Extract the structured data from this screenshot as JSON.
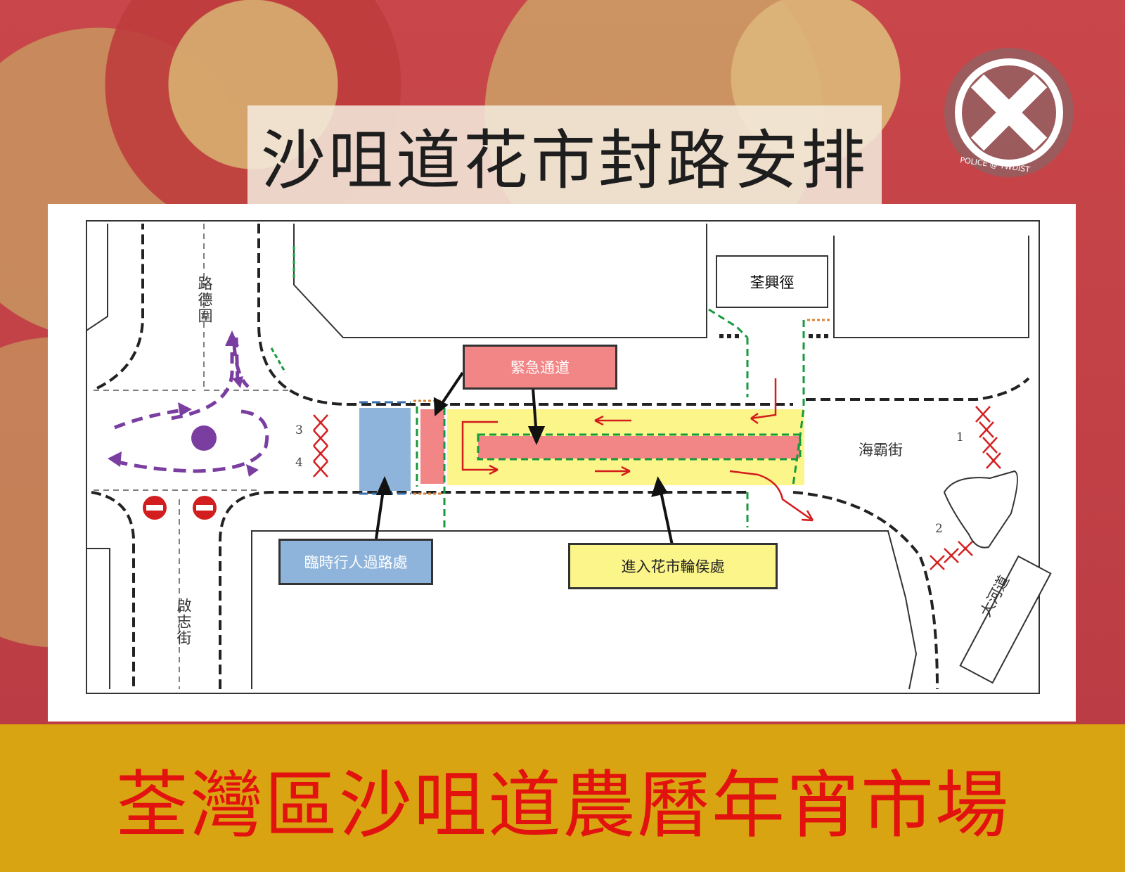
{
  "header": {
    "title": "沙咀道花市封路安排"
  },
  "logo": {
    "icon": "police-twdist-logo",
    "text": "POLICE @ TWDIST"
  },
  "map": {
    "streets": {
      "lo_tak_court": "路德圍",
      "kai_chi_street": "啟志街",
      "tsuen_hing_path": "荃興徑",
      "hoi_pa_street": "海霸街",
      "tai_ho_road": "大河道"
    },
    "callouts": {
      "emergency_access": "緊急通道",
      "temp_pedestrian_crossing": "臨時行人過路處",
      "queue_area": "進入花市輪侯處"
    },
    "barrier_numbers": [
      "1",
      "2",
      "3",
      "4"
    ],
    "colors": {
      "emergency": "#f28585",
      "crossing": "#8fb4dc",
      "queue": "#fbf58a",
      "detour": "#7a3ea0",
      "barrier": "#d42020",
      "fence": "#159a3d"
    }
  },
  "footer": {
    "banner": "荃灣區沙咀道農曆年宵市場"
  }
}
